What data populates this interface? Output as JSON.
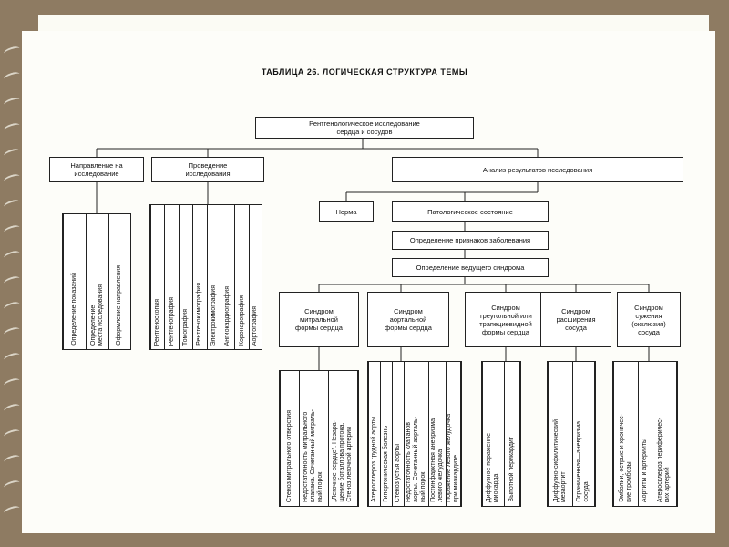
{
  "title": "ТАБЛИЦА 26. ЛОГИЧЕСКАЯ СТРУКТУРА ТЕМЫ",
  "root": "Рентгенологическое исследование\nсердца и сосудов",
  "branches": {
    "direction": "Направление на\nисследование",
    "conduct": "Проведение\nисследования",
    "analysis": "Анализ результатов исследования"
  },
  "direction_items": [
    "Определение показаний",
    "Определение\nместа исследования",
    "Оформление направления"
  ],
  "conduct_items": [
    "Рентгеноскопия",
    "Рентгенография",
    "Томография",
    "Рентгенокимография",
    "Электрокимография",
    "Ангиокардиография",
    "Коронарография",
    "Аортография"
  ],
  "norm": "Норма",
  "pathology": "Патологическое состояние",
  "signs": "Определение признаков заболевания",
  "leading": "Определение ведущего синдрома",
  "syndromes": [
    {
      "label": "Синдром\nмитральной\nформы сердца",
      "items": [
        "Стеноз митрального отверстия",
        "Недостаточность митрального\nклапана. Сочетанный митраль-\nный порок",
        "„Легочное сердце\". Незара-\nщение боталлова протока.\nСтеноз легочной артерии"
      ]
    },
    {
      "label": "Синдром\nаортальной\nформы сердца",
      "items": [
        "Атеросклероз грудной аорты",
        "Гипертоническая болезнь",
        "Стеноз устья аорты",
        "Недостаточность клапанов\nаорты. Сочетанный аорталь-\nный порок",
        "Постинфарктная аневризма\nлевого желудочка",
        "Поражение левого желудочка\nпри миокардите"
      ]
    },
    {
      "label": "Синдром\nтреугольной или\nтрапециевидной\nформы сердца",
      "items": [
        "Диффузное поражение\nмиокарда",
        "Выпотной перикардит"
      ]
    },
    {
      "label": "Синдром\nрасширения\nсосуда",
      "items": [
        "Диффузно-сифилитический\nмезаортит",
        "Ограниченная—аневризма\nсосуда"
      ]
    },
    {
      "label": "Синдром\nсужения\n(окклюзия)\nсосуда",
      "items": [
        "Эмболии, острые и хроничес-\nкие тромбозы",
        "Аортиты и артерииты",
        "Атеросклероз периферичес-\nких артерий"
      ]
    }
  ]
}
